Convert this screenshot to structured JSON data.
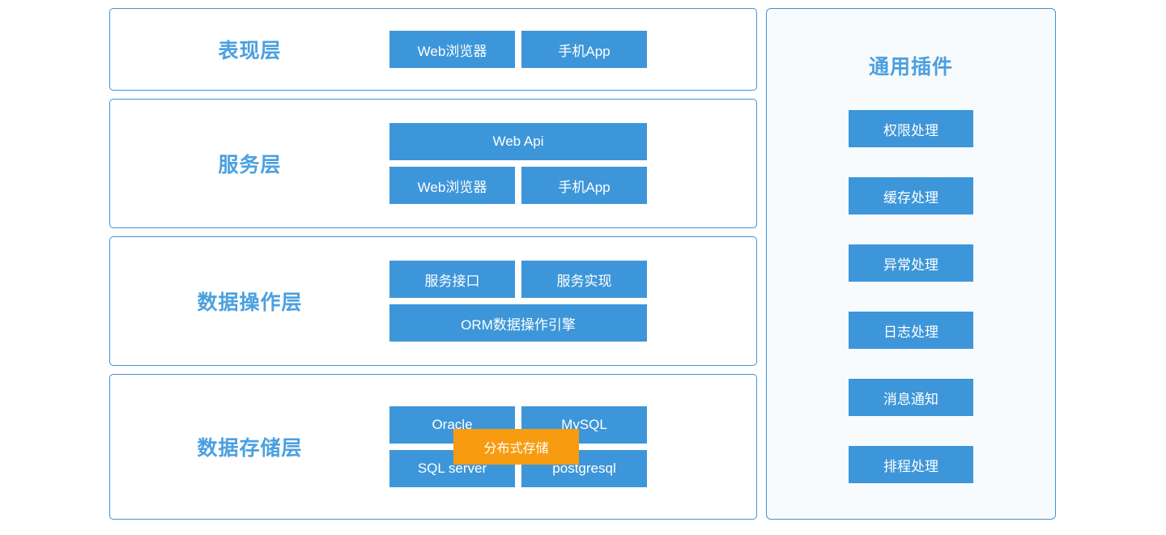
{
  "theme": {
    "panel_border": "#3d93d6",
    "panel_bg": "#ffffff",
    "plugin_panel_bg": "#f7fbfe",
    "box_blue": "#3d96d9",
    "box_orange": "#f79c10",
    "title_blue": "#4ba0e0",
    "box_text": "#ffffff"
  },
  "layers": [
    {
      "title": "表现层",
      "rows": [
        {
          "boxes": [
            {
              "label": "Web浏览器",
              "size": "half",
              "color": "#3d96d9"
            },
            {
              "label": "手机App",
              "size": "half",
              "color": "#3d96d9"
            }
          ]
        }
      ]
    },
    {
      "title": "服务层",
      "rows": [
        {
          "boxes": [
            {
              "label": "Web  Api",
              "size": "full",
              "color": "#3d96d9"
            }
          ]
        },
        {
          "boxes": [
            {
              "label": "Web浏览器",
              "size": "half",
              "color": "#3d96d9"
            },
            {
              "label": "手机App",
              "size": "half",
              "color": "#3d96d9"
            }
          ]
        }
      ]
    },
    {
      "title": "数据操作层",
      "rows": [
        {
          "boxes": [
            {
              "label": "服务接口",
              "size": "half",
              "color": "#3d96d9"
            },
            {
              "label": "服务实现",
              "size": "half",
              "color": "#3d96d9"
            }
          ]
        },
        {
          "boxes": [
            {
              "label": "ORM数据操作引擎",
              "size": "full",
              "color": "#3d96d9"
            }
          ]
        }
      ]
    },
    {
      "title": "数据存储层",
      "rows": [
        {
          "boxes": [
            {
              "label": "Oracle",
              "size": "half",
              "color": "#3d96d9"
            },
            {
              "label": "MySQL",
              "size": "half",
              "color": "#3d96d9"
            }
          ]
        },
        {
          "boxes": [
            {
              "label": "SQL server",
              "size": "half",
              "color": "#3d96d9"
            },
            {
              "label": "postgresql",
              "size": "half",
              "color": "#3d96d9"
            }
          ]
        }
      ],
      "overlay": {
        "label": "分布式存储",
        "color": "#f79c10"
      }
    }
  ],
  "plugins": {
    "title": "通用插件",
    "items": [
      {
        "label": "权限处理"
      },
      {
        "label": "缓存处理"
      },
      {
        "label": "异常处理"
      },
      {
        "label": "日志处理"
      },
      {
        "label": "消息通知"
      },
      {
        "label": "排程处理"
      }
    ]
  }
}
